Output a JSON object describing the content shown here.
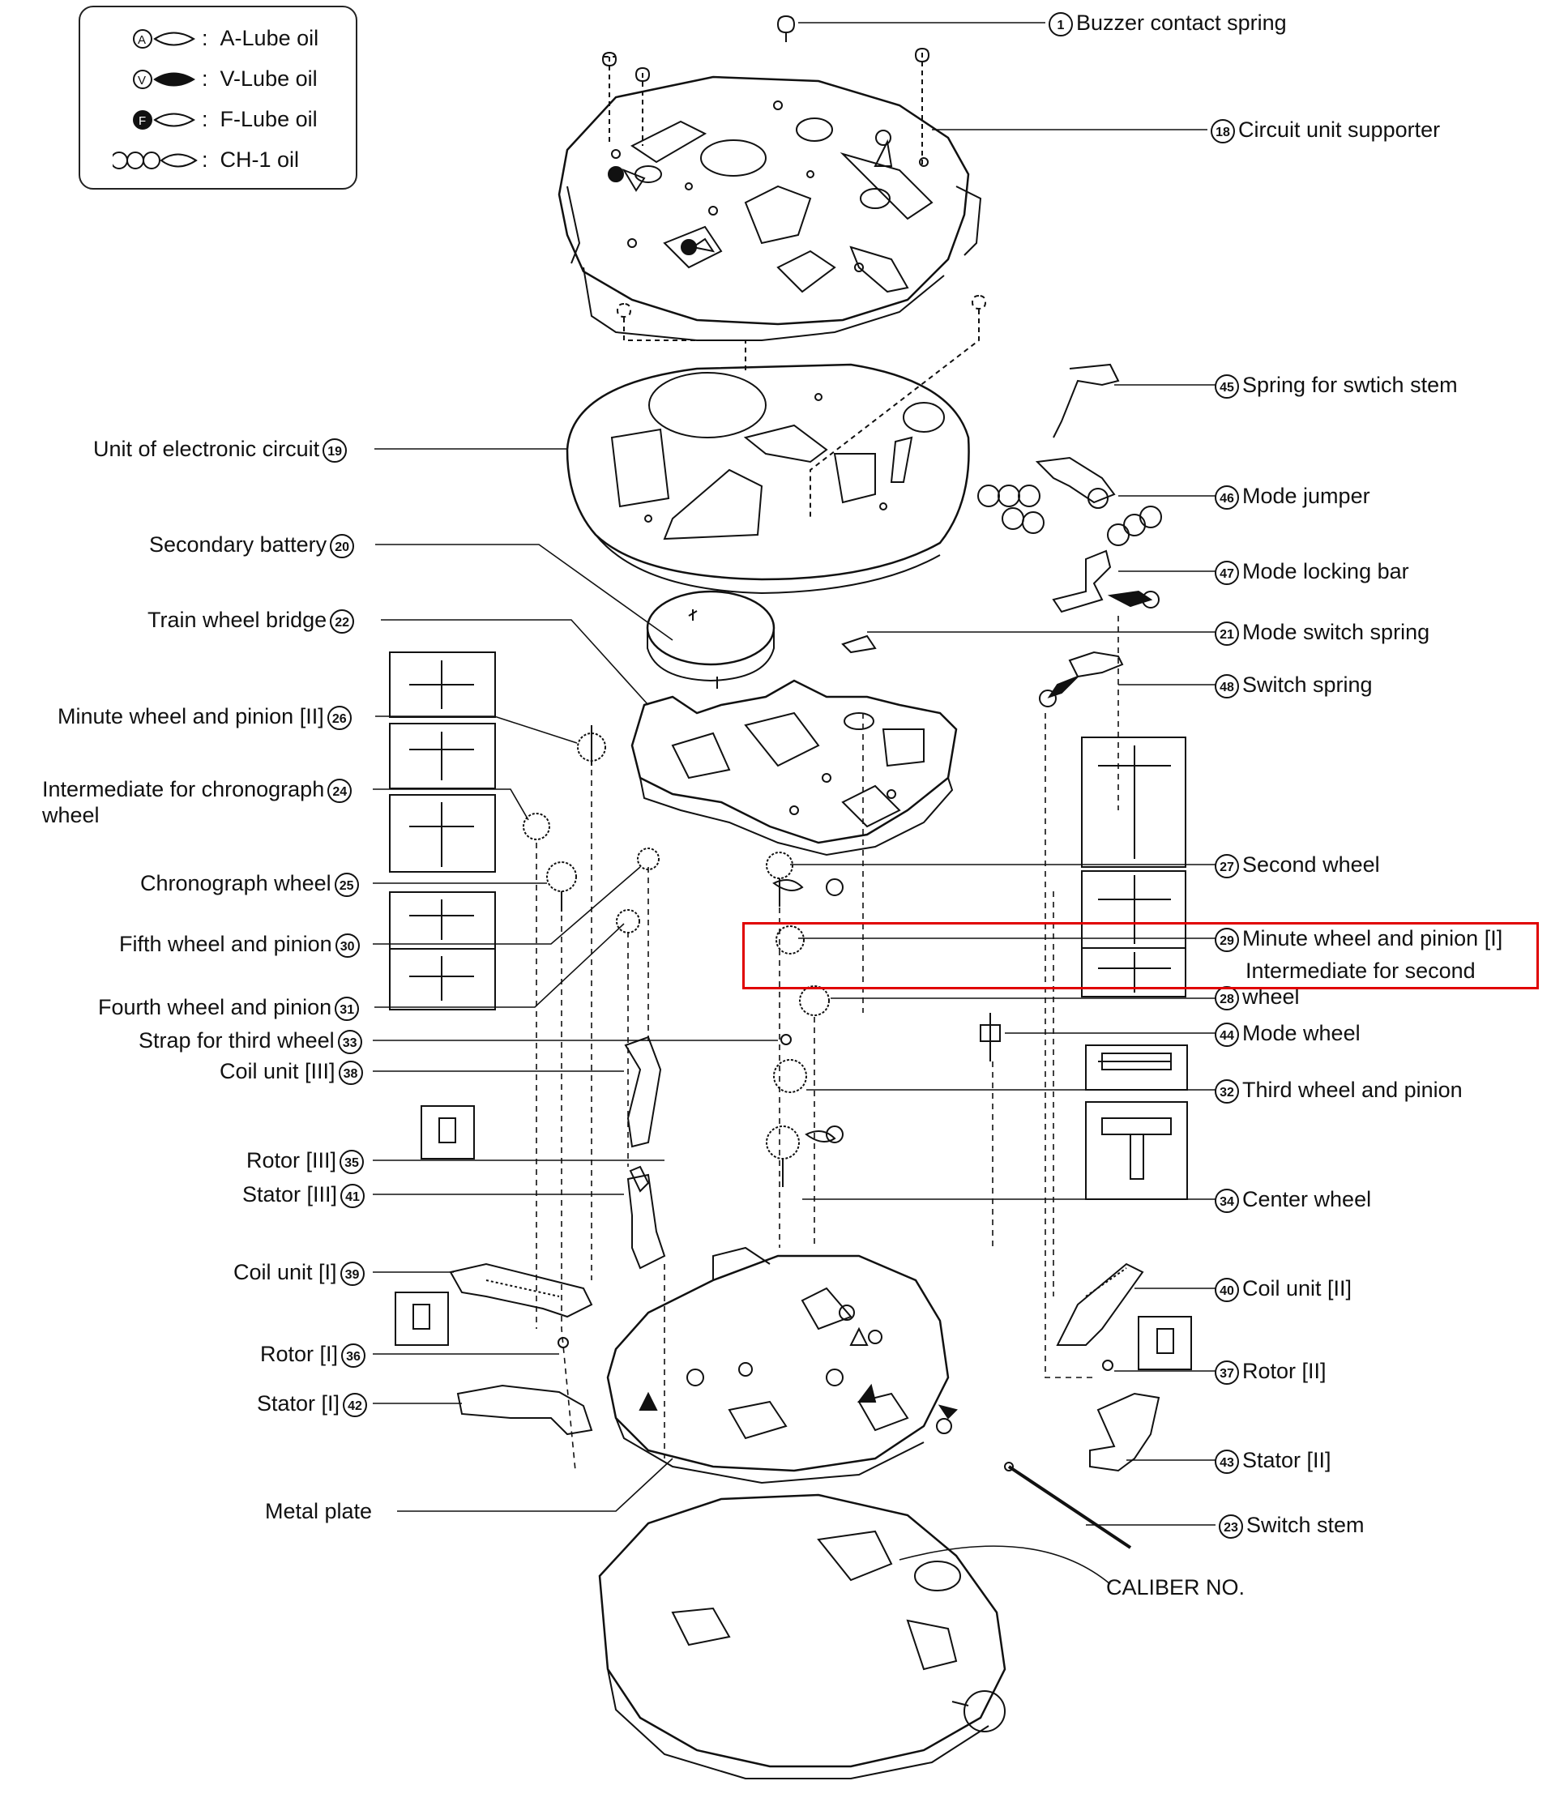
{
  "legend": {
    "items": [
      {
        "mark": "A",
        "sep": ":",
        "text": "A-Lube oil"
      },
      {
        "mark": "V",
        "sep": ":",
        "text": "V-Lube oil"
      },
      {
        "mark": "F",
        "sep": ":",
        "text": "F-Lube oil"
      },
      {
        "mark": "",
        "sep": ":",
        "text": "CH-1 oil"
      }
    ]
  },
  "parts": {
    "p1": {
      "num": "1",
      "text": "Buzzer contact spring"
    },
    "p18": {
      "num": "18",
      "text": "Circuit unit supporter"
    },
    "p45": {
      "num": "45",
      "text": "Spring for swtich stem"
    },
    "p19": {
      "num": "19",
      "text": "Unit of electronic circuit"
    },
    "p46": {
      "num": "46",
      "text": "Mode jumper"
    },
    "p20": {
      "num": "20",
      "text": "Secondary battery"
    },
    "p47": {
      "num": "47",
      "text": "Mode locking bar"
    },
    "p22": {
      "num": "22",
      "text": "Train wheel bridge"
    },
    "p21": {
      "num": "21",
      "text": "Mode switch spring"
    },
    "p48": {
      "num": "48",
      "text": "Switch spring"
    },
    "p26": {
      "num": "26",
      "text": "Minute wheel and pinion [II]"
    },
    "p24": {
      "num": "24",
      "text1": "Intermediate for chronograph",
      "text2": "wheel"
    },
    "p27": {
      "num": "27",
      "text": "Second wheel"
    },
    "p25": {
      "num": "25",
      "text": "Chronograph wheel"
    },
    "p29": {
      "num": "29",
      "text": "Minute wheel and pinion [I]"
    },
    "p28": {
      "num": "28",
      "text1": "Intermediate for second",
      "text2": "wheel"
    },
    "p30": {
      "num": "30",
      "text": "Fifth wheel and pinion"
    },
    "p31": {
      "num": "31",
      "text": "Fourth wheel and pinion"
    },
    "p33": {
      "num": "33",
      "text": "Strap for third wheel"
    },
    "p44": {
      "num": "44",
      "text": "Mode wheel"
    },
    "p38": {
      "num": "38",
      "text": "Coil unit [III]"
    },
    "p32": {
      "num": "32",
      "text": "Third wheel and pinion"
    },
    "p35": {
      "num": "35",
      "text": "Rotor [III]"
    },
    "p41": {
      "num": "41",
      "text": "Stator [III]"
    },
    "p34": {
      "num": "34",
      "text": "Center wheel"
    },
    "p39": {
      "num": "39",
      "text": "Coil unit [I]"
    },
    "p40": {
      "num": "40",
      "text": "Coil unit [II]"
    },
    "p36": {
      "num": "36",
      "text": "Rotor [I]"
    },
    "p37": {
      "num": "37",
      "text": "Rotor [II]"
    },
    "p42": {
      "num": "42",
      "text": "Stator [I]"
    },
    "p43": {
      "num": "43",
      "text": "Stator [II]"
    },
    "metal": {
      "text": "Metal plate"
    },
    "p23": {
      "num": "23",
      "text": "Switch stem"
    },
    "caliber": {
      "text": "CALIBER NO."
    }
  },
  "oil_marks": {
    "a": "A",
    "v": "V",
    "f": "F"
  },
  "colors": {
    "highlight": "#e00000",
    "ink": "#111111"
  }
}
